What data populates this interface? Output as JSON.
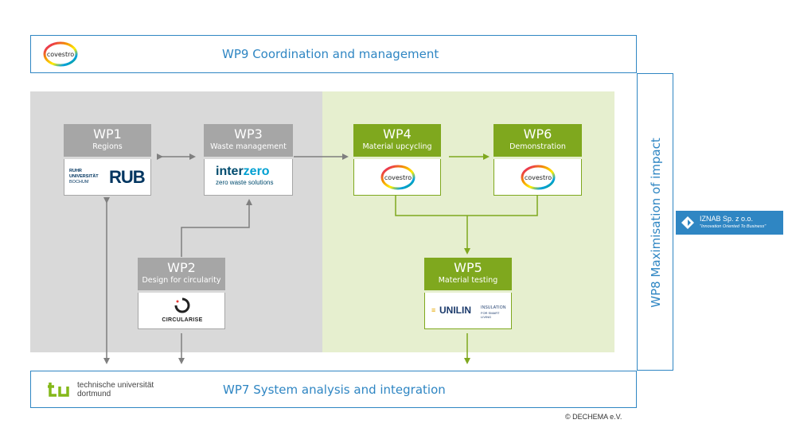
{
  "wp9": {
    "title": "WP9 Coordination and management",
    "logo": "covestro"
  },
  "wp7": {
    "title": "WP7 System analysis and integration",
    "logo_line1": "technische universität",
    "logo_line2": "dortmund"
  },
  "wp8": {
    "title": "WP8 Maximisation of impact"
  },
  "iznab": {
    "name": "IZNAB Sp. z o.o.",
    "tagline": "\"Innovation Oriented To Business\""
  },
  "packages": {
    "wp1": {
      "num": "WP1",
      "sub": "Regions",
      "logo_small": [
        "RUHR",
        "UNIVERSITÄT",
        "BOCHUM"
      ],
      "logo_big": "RUB"
    },
    "wp3": {
      "num": "WP3",
      "sub": "Waste management",
      "logo_main_a": "inter",
      "logo_main_b": "zero",
      "logo_sub": "zero waste solutions"
    },
    "wp2": {
      "num": "WP2",
      "sub": "Design for circularity",
      "logo_text": "CIRCULARISE"
    },
    "wp4": {
      "num": "WP4",
      "sub": "Material upcycling",
      "logo": "covestro"
    },
    "wp6": {
      "num": "WP6",
      "sub": "Demonstration",
      "logo": "covestro"
    },
    "wp5": {
      "num": "WP5",
      "sub": "Material testing",
      "logo_text": "UNILIN",
      "logo_sub1": "INSULATION",
      "logo_sub2": "FOR SMART LIVING"
    }
  },
  "copyright": "© DECHEMA e.V.",
  "colors": {
    "blue": "#2f86c3",
    "grey_box": "#a6a6a6",
    "green_box": "#7fa81e",
    "grey_bg": "#d9d9d9",
    "green_bg": "#e6efcf"
  }
}
